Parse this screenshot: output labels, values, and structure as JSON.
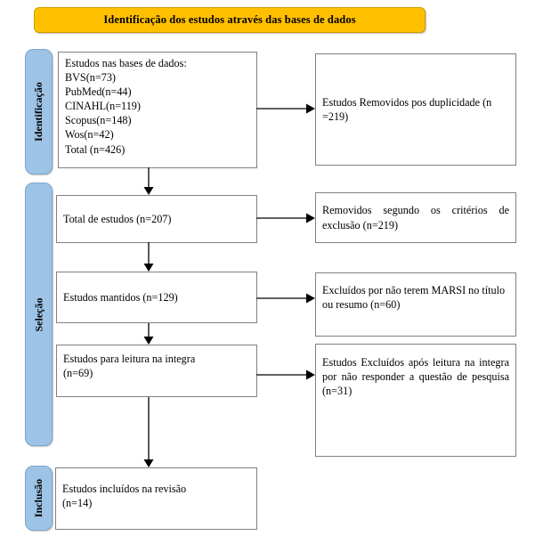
{
  "diagram": {
    "type": "prisma-flow-diagram",
    "banner": {
      "label": "Identificação dos estudos através das bases de dados",
      "color": "#FFC000"
    },
    "stages": [
      {
        "id": "identificacao",
        "label": "Identificação",
        "color": "#9DC3E6"
      },
      {
        "id": "selecao",
        "label": "Seleção",
        "color": "#9DC3E6"
      },
      {
        "id": "inclusao",
        "label": "Inclusão",
        "color": "#9DC3E6"
      }
    ],
    "boxes": {
      "databases": "Estudos nas bases de dados:\nBVS(n=73)\nPubMed(n=44)\nCINAHL(n=119)\nScopus(n=148)\nWos(n=42)\nTotal (n=426)",
      "duplicates_removed": "Estudos Removidos pos duplicidade (n =219)",
      "total_studies": "Total de estudos (n=207)",
      "excluded_criteria": "Removidos segundo os critérios de exclusão (n=219)",
      "studies_kept": "Estudos mantidos (n=129)",
      "excluded_marsi": "Excluídos por não terem MARSI no título ou resumo (n=60)",
      "full_text_reading": "Estudos para leitura na integra\n(n=69)",
      "excluded_after_reading": "Estudos Excluídos após leitura na integra por não responder a questão de pesquisa (n=31)",
      "included_review": "Estudos incluídos na revisão\n(n=14)"
    },
    "counts": {
      "bvs": 73,
      "pubmed": 44,
      "cinahl": 119,
      "scopus": 148,
      "wos": 42,
      "total_identified": 426,
      "duplicates_removed": 219,
      "after_duplicates": 207,
      "excluded_by_criteria": 219,
      "kept": 129,
      "excluded_marsi_title_abstract": 60,
      "full_text_assessed": 69,
      "excluded_after_full_text": 31,
      "included": 14
    }
  }
}
